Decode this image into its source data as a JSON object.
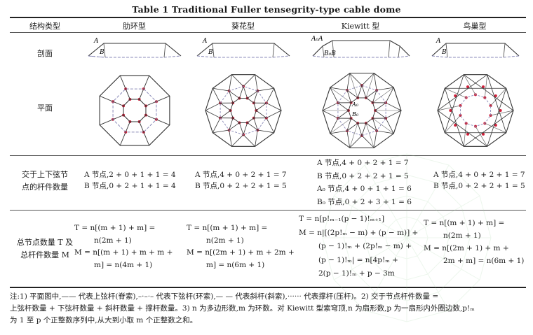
{
  "title": "Table 1   Traditional Fuller tensegrity-type cable dome",
  "headers": [
    "结构类型",
    "肋环型",
    "葵花型",
    "Kiewitt 型",
    "鸟巢型"
  ],
  "row_labels": {
    "section": "剖面",
    "plan": "平面",
    "members": [
      "交于上下弦节",
      "点的杆件数量"
    ],
    "totals": [
      "总节点数量 T 及",
      "总杆件数量 M"
    ]
  },
  "section_labels": {
    "a": "A",
    "b": "B",
    "kiewitt_a": "A₀A",
    "kiewitt_b": "B₀B",
    "kiewitt_plan_a0": "A₀",
    "kiewitt_plan_b0": "B₀"
  },
  "members": {
    "rib": [
      "A 节点,2 + 0 + 1 + 1 = 4",
      "B 节点,0 + 2 + 1 + 1 = 4"
    ],
    "geiger": [
      "A 节点,4 + 0 + 2 + 1 = 7",
      "B 节点,0 + 2 + 2 + 1 = 5"
    ],
    "kiewitt": [
      "A 节点,4 + 0 + 2 + 1 = 7",
      "B 节点,0 + 2 + 2 + 1 = 5",
      "A₀ 节点,4 + 0 + 1 + 1 = 6",
      "B₀ 节点,0 + 2 + 3 + 1 = 6"
    ],
    "nest": [
      "A 节点,4 + 0 + 2 + 1 = 7",
      "B 节点,0 + 2 + 2 + 1 = 5"
    ]
  },
  "totals": {
    "rib": [
      "T = n[(m + 1) + m] =",
      "n(2m + 1)",
      "M = n[(m + 1) + m + m +",
      "m] = n(4m + 1)"
    ],
    "geiger": [
      "T = n[(m + 1) + m] =",
      "n(2m + 1)",
      "M = n[(2m + 1) + m + 2m +",
      "m] = n(6m + 1)"
    ],
    "kiewitt": [
      "T = n[p!ₘ₋₁(p − 1)!ₘ₊₁]",
      "M = n|[(2p!ₘ − m) + (p − m)] +",
      "(p − 1)!ₘ + (2p!ₘ − m) +",
      "(p − 1)!ₘ| = n[4p!ₘ +",
      "2(p − 1)!ₘ + p − 3m"
    ],
    "nest": [
      "T = n[(m + 1) + m] =",
      "n(2m + 1)",
      "M = n[(2m + 1) + m +",
      "2m + m] = n(6m + 1)"
    ]
  },
  "notes": [
    "注:1) 平面图中,—— 代表上弦杆(脊索),–·–·– 代表下弦杆(环索),— — 代表斜杆(斜索),······ 代表撑杆(压杆)。2) 交于节点杆件数量 =",
    "上弦杆数量 + 下弦杆数量 + 斜杆数量 + 撑杆数量。3) n 为多边形数,m 为环数。对 Kiewitt 型索穹顶,n 为扇形数,p 为一扇形内外圈边数,p!ₘ",
    "为 1 至 p 个正整数序列中,从大到小取 m 个正整数之和。"
  ],
  "colors": {
    "rule": "#222222",
    "red_node": "#d0203a",
    "dashed": "#8a8ab8",
    "line": "#333333",
    "watermark": "#9bd19b"
  }
}
